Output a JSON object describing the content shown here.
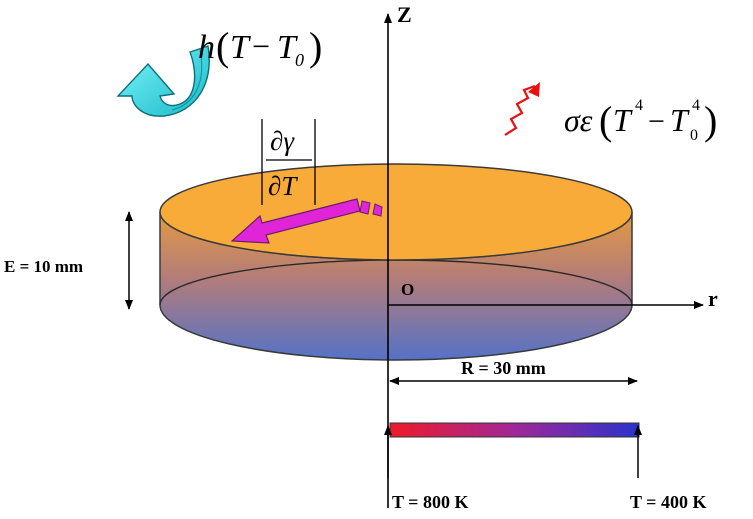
{
  "axes": {
    "z_label": "Z",
    "r_label": "r",
    "origin_label": "O"
  },
  "dimensions": {
    "thickness_label": "E = 10 mm",
    "radius_label": "R = 30 mm"
  },
  "temperatures": {
    "center_label": "T = 800 K",
    "edge_label": "T = 400 K"
  },
  "boundary_terms": {
    "convection": {
      "h": "h",
      "T": "T",
      "minus": "−",
      "T0": "T",
      "sub": "0"
    },
    "radiation": {
      "sigma_eps": "σε",
      "T": "T",
      "exp": "4",
      "minus": "−",
      "T0": "T",
      "sub": "0"
    },
    "marangoni": {
      "num": "∂γ",
      "den": "∂T"
    }
  },
  "colors": {
    "top_face": "#F9AB3A",
    "side_top": "#E49A42",
    "side_bottom": "#5572C8",
    "bar_hot": "#EE1A2A",
    "bar_cold": "#2A33CC",
    "arrow_magenta": "#E024D8",
    "arrow_cyan": "#22D6E0",
    "radiation_red": "#E81010"
  },
  "icons": {
    "convection": "curved-cyan-arrow-icon",
    "radiation": "wavy-red-arrow-icon",
    "marangoni": "magenta-arrow-icon"
  }
}
